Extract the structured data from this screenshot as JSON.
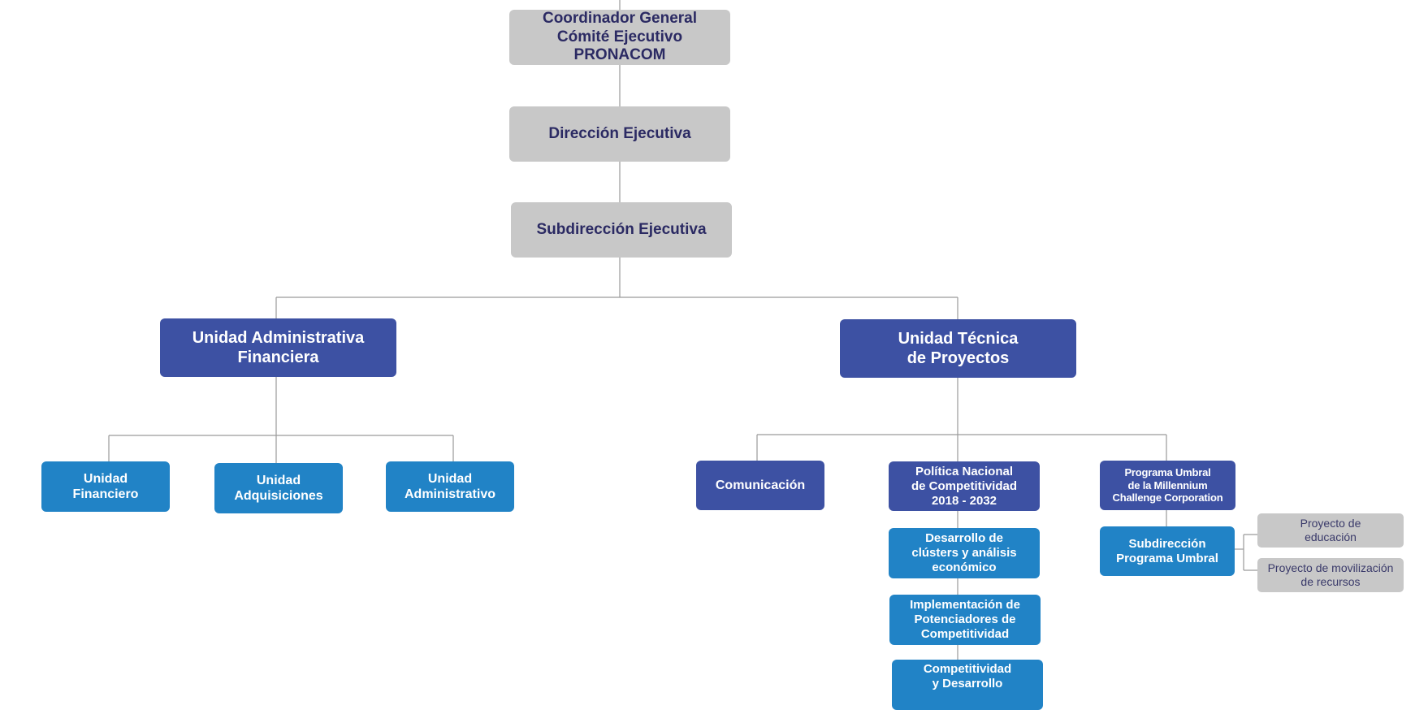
{
  "org_chart": {
    "top": {
      "coordinador": "Coordinador General\nCómité Ejecutivo PRONACOM",
      "direccion": "Dirección Ejecutiva",
      "subdireccion": "Subdirección Ejecutiva"
    },
    "administrativa": {
      "label": "Unidad Administrativa\nFinanciera",
      "children": [
        "Unidad\nFinanciero",
        "Unidad\nAdquisiciones",
        "Unidad\nAdministrativo"
      ]
    },
    "tecnica": {
      "label": "Unidad Técnica\nde Proyectos",
      "comunicacion": "Comunicación",
      "politica": {
        "label": "Política Nacional\nde Competitividad\n2018 - 2032",
        "children": [
          "Desarrollo de\nclústers y análisis\neconómico",
          "Implementación de\nPotenciadores de\nCompetitividad",
          "Competitividad\ny Desarrollo"
        ]
      },
      "umbral": {
        "label": "Programa Umbral\nde la Millennium\nChallenge Corporation",
        "subdireccion": "Subdirección\nPrograma Umbral",
        "projects": [
          "Proyecto de\neducación",
          "Proyecto de movilización\nde recursos"
        ]
      }
    }
  },
  "colors": {
    "gray_box": "#c8c8c8",
    "navy_box": "#3d51a3",
    "blue_box": "#2183c6",
    "connector": "#9a9a9a"
  }
}
